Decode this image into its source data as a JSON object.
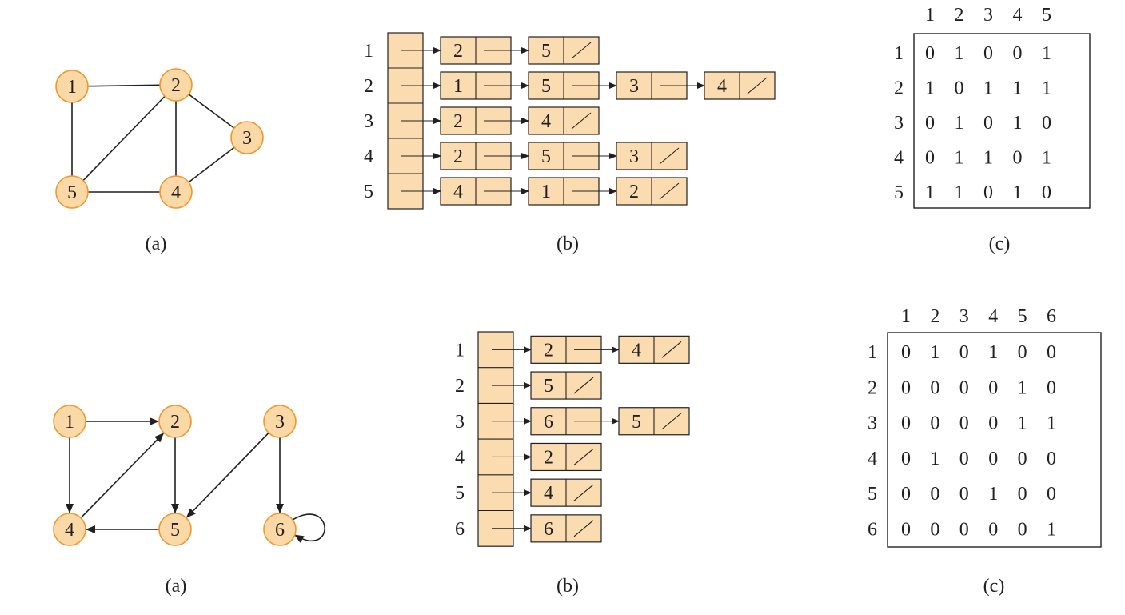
{
  "undirected": {
    "caption_graph": "(a)",
    "caption_list": "(b)",
    "caption_matrix": "(c)",
    "vertices": [
      "1",
      "2",
      "3",
      "4",
      "5"
    ],
    "edges": [
      [
        "1",
        "2"
      ],
      [
        "1",
        "5"
      ],
      [
        "2",
        "5"
      ],
      [
        "2",
        "4"
      ],
      [
        "2",
        "3"
      ],
      [
        "3",
        "4"
      ],
      [
        "4",
        "5"
      ]
    ],
    "adjacency_list": [
      {
        "vertex": "1",
        "neighbors": [
          "2",
          "5"
        ]
      },
      {
        "vertex": "2",
        "neighbors": [
          "1",
          "5",
          "3",
          "4"
        ]
      },
      {
        "vertex": "3",
        "neighbors": [
          "2",
          "4"
        ]
      },
      {
        "vertex": "4",
        "neighbors": [
          "2",
          "5",
          "3"
        ]
      },
      {
        "vertex": "5",
        "neighbors": [
          "4",
          "1",
          "2"
        ]
      }
    ],
    "matrix_headers": [
      "1",
      "2",
      "3",
      "4",
      "5"
    ],
    "matrix": [
      [
        "0",
        "1",
        "0",
        "0",
        "1"
      ],
      [
        "1",
        "0",
        "1",
        "1",
        "1"
      ],
      [
        "0",
        "1",
        "0",
        "1",
        "0"
      ],
      [
        "0",
        "1",
        "1",
        "0",
        "1"
      ],
      [
        "1",
        "1",
        "0",
        "1",
        "0"
      ]
    ]
  },
  "directed": {
    "caption_graph": "(a)",
    "caption_list": "(b)",
    "caption_matrix": "(c)",
    "vertices": [
      "1",
      "2",
      "3",
      "4",
      "5",
      "6"
    ],
    "edges": [
      [
        "1",
        "2"
      ],
      [
        "1",
        "4"
      ],
      [
        "2",
        "5"
      ],
      [
        "3",
        "5"
      ],
      [
        "3",
        "6"
      ],
      [
        "4",
        "2"
      ],
      [
        "5",
        "4"
      ],
      [
        "6",
        "6"
      ]
    ],
    "adjacency_list": [
      {
        "vertex": "1",
        "neighbors": [
          "2",
          "4"
        ]
      },
      {
        "vertex": "2",
        "neighbors": [
          "5"
        ]
      },
      {
        "vertex": "3",
        "neighbors": [
          "6",
          "5"
        ]
      },
      {
        "vertex": "4",
        "neighbors": [
          "2"
        ]
      },
      {
        "vertex": "5",
        "neighbors": [
          "4"
        ]
      },
      {
        "vertex": "6",
        "neighbors": [
          "6"
        ]
      }
    ],
    "matrix_headers": [
      "1",
      "2",
      "3",
      "4",
      "5",
      "6"
    ],
    "matrix": [
      [
        "0",
        "1",
        "0",
        "1",
        "0",
        "0"
      ],
      [
        "0",
        "0",
        "0",
        "0",
        "1",
        "0"
      ],
      [
        "0",
        "0",
        "0",
        "0",
        "1",
        "1"
      ],
      [
        "0",
        "1",
        "0",
        "0",
        "0",
        "0"
      ],
      [
        "0",
        "0",
        "0",
        "1",
        "0",
        "0"
      ],
      [
        "0",
        "0",
        "0",
        "0",
        "0",
        "1"
      ]
    ]
  }
}
